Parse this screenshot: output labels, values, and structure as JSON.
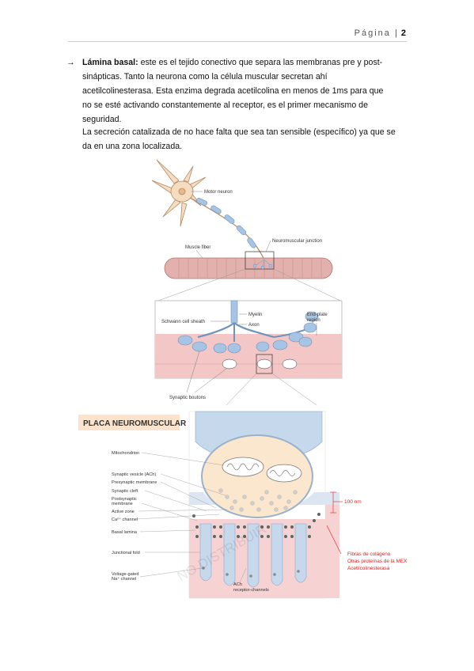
{
  "header": {
    "label": "Página",
    "separator": "|",
    "page_number": "2"
  },
  "paragraph1": {
    "arrow": "→",
    "bold_term": "Lámina basal:",
    "text": " este es el tejido conectivo que separa las membranas pre y post-sinápticas. Tanto la neurona como la célula muscular secretan ahí acetilcolinesterasa. Esta enzima degrada acetilcolina en menos de 1ms para que no se esté activando constantemente al receptor, es el primer mecanismo de seguridad."
  },
  "paragraph2": {
    "text": "La secreción catalizada de no hace falta que sea tan sensible (específico) ya que se da en una zona localizada."
  },
  "figure1": {
    "labels": {
      "motor_neuron": "Motor neuron",
      "muscle_fiber": "Muscle fiber",
      "nmj": "Neuromuscular junction",
      "myelin": "Myelin",
      "axon": "Axon",
      "schwann": "Schwann cell sheath",
      "endplate1": "End-plate",
      "endplate2": "region",
      "boutons": "Synaptic boutons"
    }
  },
  "figure2": {
    "title": "PLACA NEUROMUSCULAR",
    "labels": {
      "mitochondrion": "Mitochondrion",
      "vesicle": "Synaptic vesicle (ACh)",
      "presyn": "Presynaptic membrane",
      "cleft": "Synaptic cleft",
      "postsyn1": "Postsynaptic",
      "postsyn2": "membrane",
      "active": "Active zone",
      "ca": "Ca²⁺ channel",
      "basal": "Basal lamina",
      "fold": "Junctional fold",
      "na1": "Voltage-gated",
      "na2": "Na⁺ channel",
      "ach1": "ACh",
      "ach2": "receptor-channels"
    },
    "scale": "100 nm",
    "annotations": [
      "Fibras de colágeno",
      "Otras proteínas de la MEX",
      "Acetilcolinesterasa"
    ],
    "watermark": "NO DISTRIBUIR",
    "colors": {
      "annotation": "#e0201b",
      "title_bg": "#fbe3cd"
    }
  }
}
